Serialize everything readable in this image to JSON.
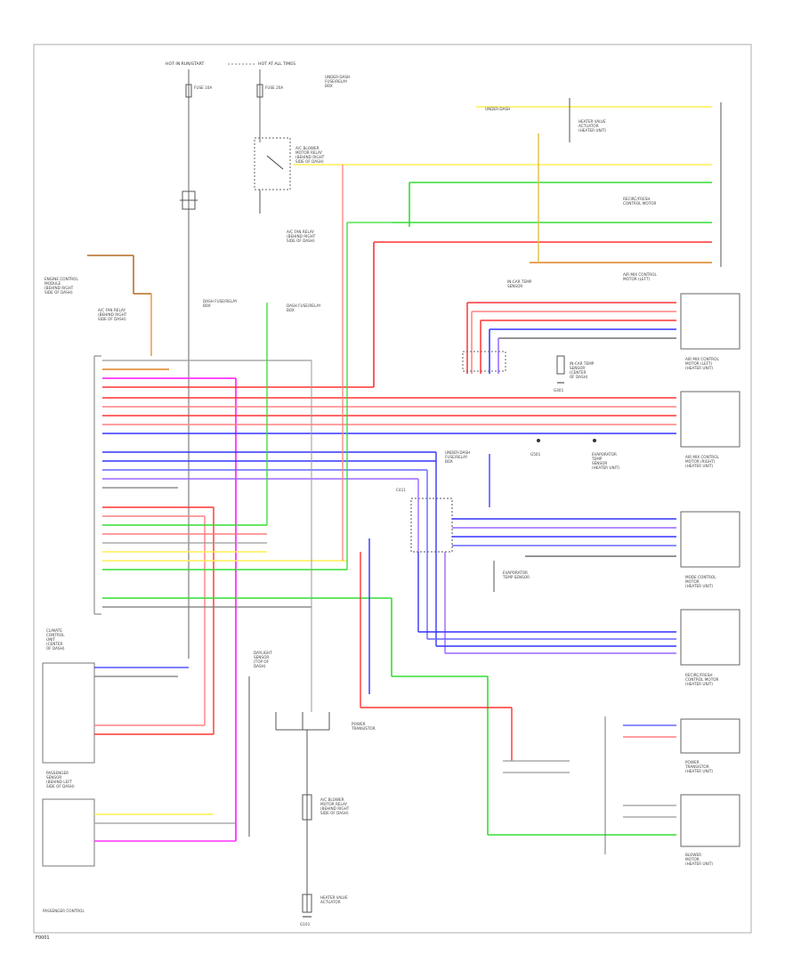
{
  "diagram": {
    "page_tag": "F0001",
    "colors": {
      "red": "#ff3333",
      "pink": "#ff8080",
      "magenta": "#ff33ff",
      "blue": "#3333ff",
      "violet": "#9966ff",
      "green": "#33dd33",
      "yellow": "#ffee55",
      "orange": "#e08020",
      "brown": "#b06a20",
      "gray": "#999999",
      "dark": "#555555"
    },
    "power": {
      "hot_in_run": "HOT IN RUN/START",
      "hot_at_all_times": "HOT AT ALL TIMES",
      "fuse_a": "FUSE 10A",
      "fuse_b": "FUSE 20A"
    },
    "left_components": {
      "engine_control": [
        "ENGINE CONTROL",
        "MODULE",
        "(BEHIND RIGHT",
        "SIDE OF DASH)"
      ],
      "relay": [
        "A/C FAN RELAY",
        "(BEHIND RIGHT",
        "SIDE OF DASH)"
      ],
      "dash_fuse": [
        "DASH FUSE/RELAY",
        "BOX"
      ],
      "climate_control": [
        "CLIMATE",
        "CONTROL",
        "UNIT",
        "(CENTER",
        "OF DASH)"
      ],
      "passenger_sensor": [
        "PASSENGER",
        "SENSOR",
        "(BEHIND LEFT",
        "SIDE OF DASH)"
      ],
      "daylight_sensor": [
        "DAYLIGHT",
        "SENSOR",
        "(TOP OF",
        "DASH)"
      ],
      "bottom_left": "PASSENGER CONTROL"
    },
    "right_components": {
      "blower_motor": [
        "A/C BLOWER",
        "MOTOR RELAY",
        "(BEHIND RIGHT",
        "SIDE OF DASH)"
      ],
      "heater_valve": [
        "HEATER VALVE",
        "ACTUATOR",
        "(HEATER UNIT)"
      ],
      "recirc": [
        "RECIRC/FRESH",
        "CONTROL MOTOR",
        "(HEATER UNIT)"
      ],
      "air_mix_l": [
        "AIR MIX CONTROL",
        "MOTOR (LEFT)",
        "(HEATER UNIT)"
      ],
      "air_mix_r": [
        "AIR MIX CONTROL",
        "MOTOR (RIGHT)",
        "(HEATER UNIT)"
      ],
      "mode_motor": [
        "MODE CONTROL",
        "MOTOR",
        "(HEATER UNIT)"
      ],
      "sensor_1": [
        "IN-CAR TEMP",
        "SENSOR",
        "(CENTER",
        "OF DASH)"
      ],
      "sensor_2": [
        "EVAPORATOR",
        "TEMP",
        "SENSOR",
        "(HEATER UNIT)"
      ],
      "power_transistor": [
        "POWER",
        "TRANSISTOR",
        "(HEATER UNIT)"
      ],
      "blower": [
        "BLOWER",
        "MOTOR",
        "(HEATER UNIT)"
      ]
    },
    "grounds": [
      "G101",
      "G401",
      "G501"
    ],
    "connectors": {
      "junction_box": [
        "UNDER-DASH",
        "FUSE/RELAY",
        "BOX"
      ],
      "junction_label": "C411"
    }
  }
}
